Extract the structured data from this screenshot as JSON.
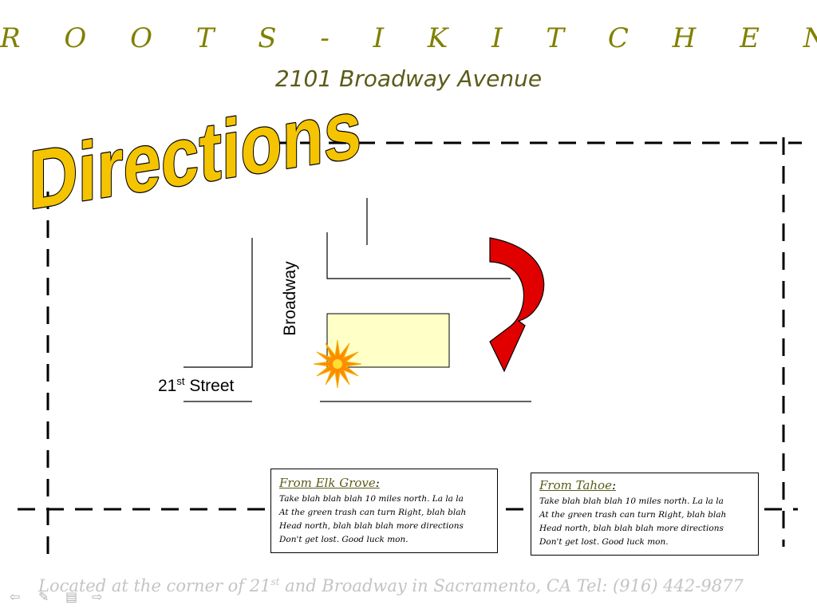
{
  "header": {
    "title": "R O O T S - I  K I T C H E N",
    "address": "2101 Broadway Avenue"
  },
  "banner": {
    "text": "Directions",
    "fill_color": "#f5c400",
    "outline_color": "#000000"
  },
  "map": {
    "street_21": {
      "number": "21",
      "suffix": "st",
      "name": " Street"
    },
    "street_broadway": "Broadway",
    "building_color": "#ffffc8",
    "arrow_color": "#e00000",
    "star_color": "#ff8c00"
  },
  "directions": [
    {
      "heading": "From Elk Grove",
      "lines": [
        "Take blah blah blah 10 miles north. La la la",
        "At the green trash can turn Right, blah blah",
        "Head north, blah blah blah more directions",
        "Don't get lost.  Good luck mon."
      ]
    },
    {
      "heading": "From Tahoe",
      "lines": [
        "Take blah blah blah 10 miles north. La la la",
        "At the green trash can turn Right, blah blah",
        "Head north, blah blah blah more directions",
        "Don't get lost.  Good luck mon."
      ]
    }
  ],
  "footer": {
    "prefix": "Located at the corner of 21",
    "sup": "st",
    "suffix": " and Broadway in Sacramento, CA Tel: (916) 442-9877"
  },
  "nav": {
    "prev_icon": "arrow-left-icon",
    "pen_icon": "pen-icon",
    "menu_icon": "slide-menu-icon",
    "next_icon": "arrow-right-icon"
  }
}
